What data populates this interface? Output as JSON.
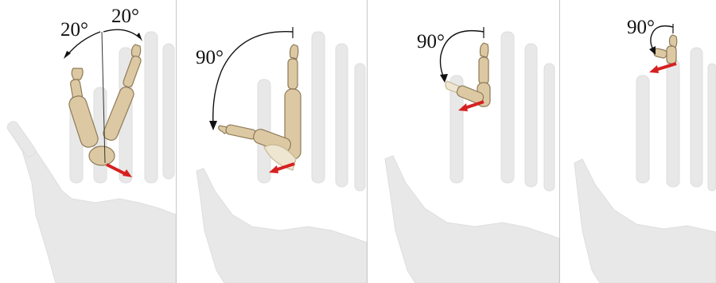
{
  "panels": [
    {
      "labels": [
        "20°",
        "20°"
      ]
    },
    {
      "labels": [
        "90°"
      ]
    },
    {
      "labels": [
        "90°"
      ]
    },
    {
      "labels": [
        "90°"
      ]
    }
  ],
  "colors": {
    "background": "#ffffff",
    "ghost_hand": "#e7e7e7",
    "bone_fill": "#dcc9a3",
    "bone_stroke": "#8e7a57",
    "arc": "#111111",
    "force_arrow": "#d62020",
    "divider": "#c8c8c8"
  }
}
